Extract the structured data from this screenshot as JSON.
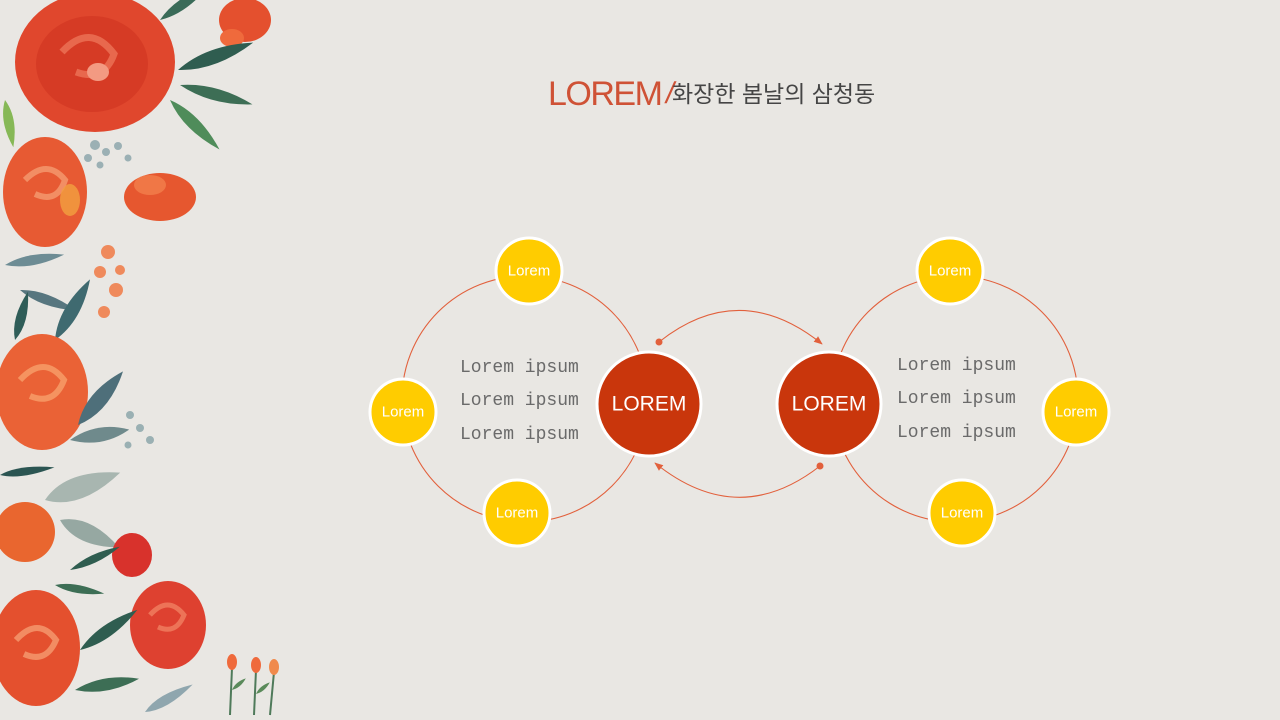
{
  "title": {
    "accent": "LOREM",
    "divider": "/",
    "subtitle": "화장한 봄날의 삼청동"
  },
  "diagram": {
    "left_cycle": {
      "hub_label": "LOREM",
      "nodes": [
        "Lorem",
        "Lorem",
        "Lorem"
      ],
      "lines": [
        "Lorem ipsum",
        "Lorem ipsum",
        "Lorem ipsum"
      ]
    },
    "right_cycle": {
      "hub_label": "LOREM",
      "nodes": [
        "Lorem",
        "Lorem",
        "Lorem"
      ],
      "lines": [
        "Lorem ipsum",
        "Lorem ipsum",
        "Lorem ipsum"
      ]
    }
  },
  "colors": {
    "background": "#e9e7e3",
    "accent": "#cf5236",
    "subtitle": "#454545",
    "hub": "#c9360c",
    "node": "#ffcc00",
    "connector": "#e2603c",
    "body": "#6a6a6a"
  }
}
